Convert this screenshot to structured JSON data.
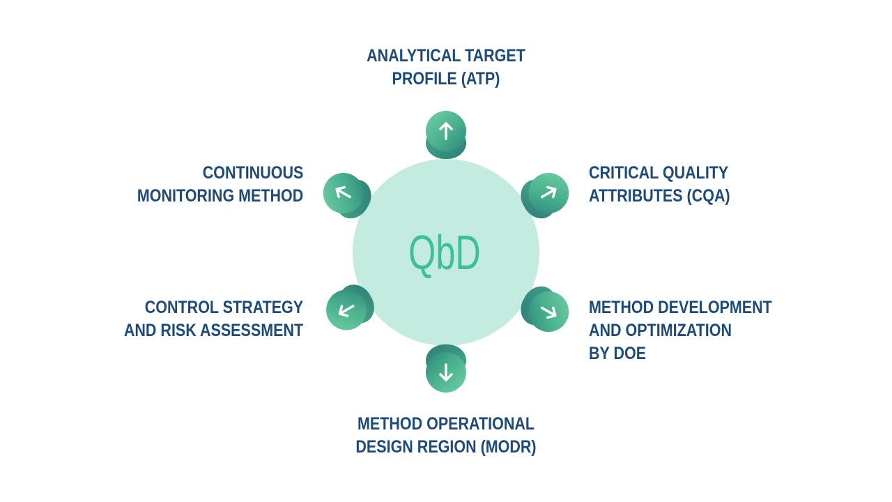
{
  "center": {
    "label": "QbD",
    "circle_color": "#c4ebe0",
    "text_color": "#3dbf9a"
  },
  "nodes": [
    {
      "id": "top",
      "lines": [
        "ANALYTICAL TARGET",
        "PROFILE (ATP)"
      ],
      "arrow": "arrow-up-icon"
    },
    {
      "id": "upper-right",
      "lines": [
        "CRITICAL QUALITY",
        "ATTRIBUTES (CQA)"
      ],
      "arrow": "arrow-up-right-icon"
    },
    {
      "id": "lower-right",
      "lines": [
        "METHOD DEVELOPMENT",
        "AND OPTIMIZATION",
        "BY DOE"
      ],
      "arrow": "arrow-down-right-icon"
    },
    {
      "id": "bottom",
      "lines": [
        "METHOD OPERATIONAL",
        "DESIGN REGION (MODR)"
      ],
      "arrow": "arrow-down-icon"
    },
    {
      "id": "lower-left",
      "lines": [
        "CONTROL STRATEGY",
        "AND RISK ASSESSMENT"
      ],
      "arrow": "arrow-down-left-icon"
    },
    {
      "id": "upper-left",
      "lines": [
        "CONTINUOUS",
        "MONITORING METHOD"
      ],
      "arrow": "arrow-up-left-icon"
    }
  ],
  "colors": {
    "label_text": "#1d4a78",
    "bubble_light": "#5cc49a",
    "bubble_dark": "#2f8f80",
    "arrow": "#ffffff"
  }
}
